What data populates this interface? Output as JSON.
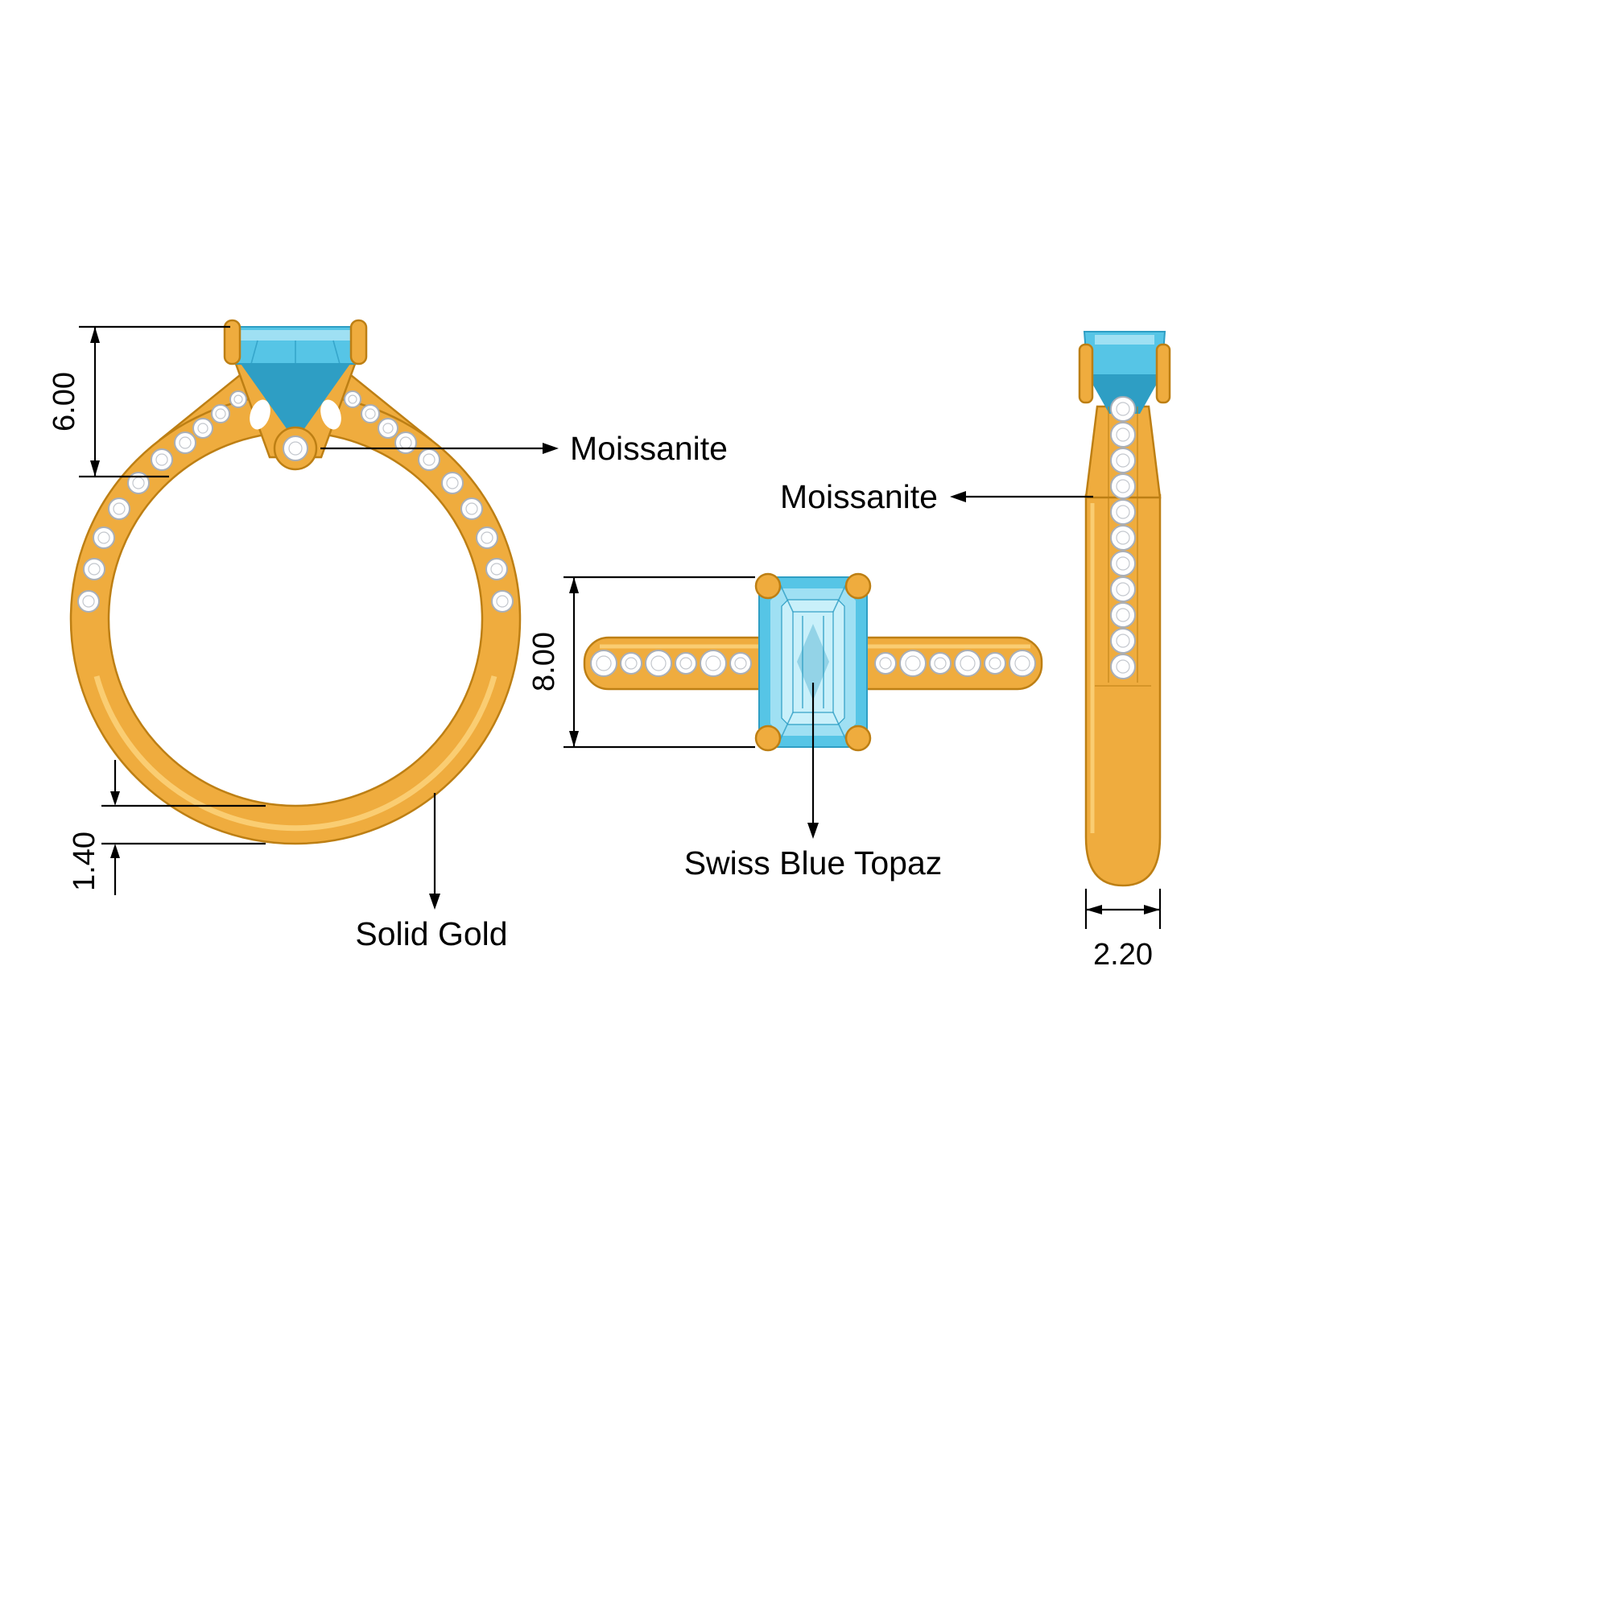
{
  "labels": {
    "moissanite_left": "Moissanite",
    "moissanite_right": "Moissanite",
    "swiss_blue_topaz": "Swiss Blue Topaz",
    "solid_gold": "Solid Gold"
  },
  "dimensions": {
    "head_height_mm": "6.00",
    "band_thickness_mm": "1.40",
    "stone_length_mm": "8.00",
    "band_width_mm": "2.20"
  },
  "colors": {
    "gold": "#EFAC3E",
    "gold_dark": "#BD7F14",
    "gold_light": "#FFDE8F",
    "topaz": "#56C5E6",
    "topaz_light": "#9FE0F3",
    "topaz_pale": "#C9F0FA",
    "topaz_dark": "#2E9EC4",
    "diamond": "#FFFFFF",
    "diamond_stroke": "#A9AFB8",
    "annotation": "#000000"
  }
}
